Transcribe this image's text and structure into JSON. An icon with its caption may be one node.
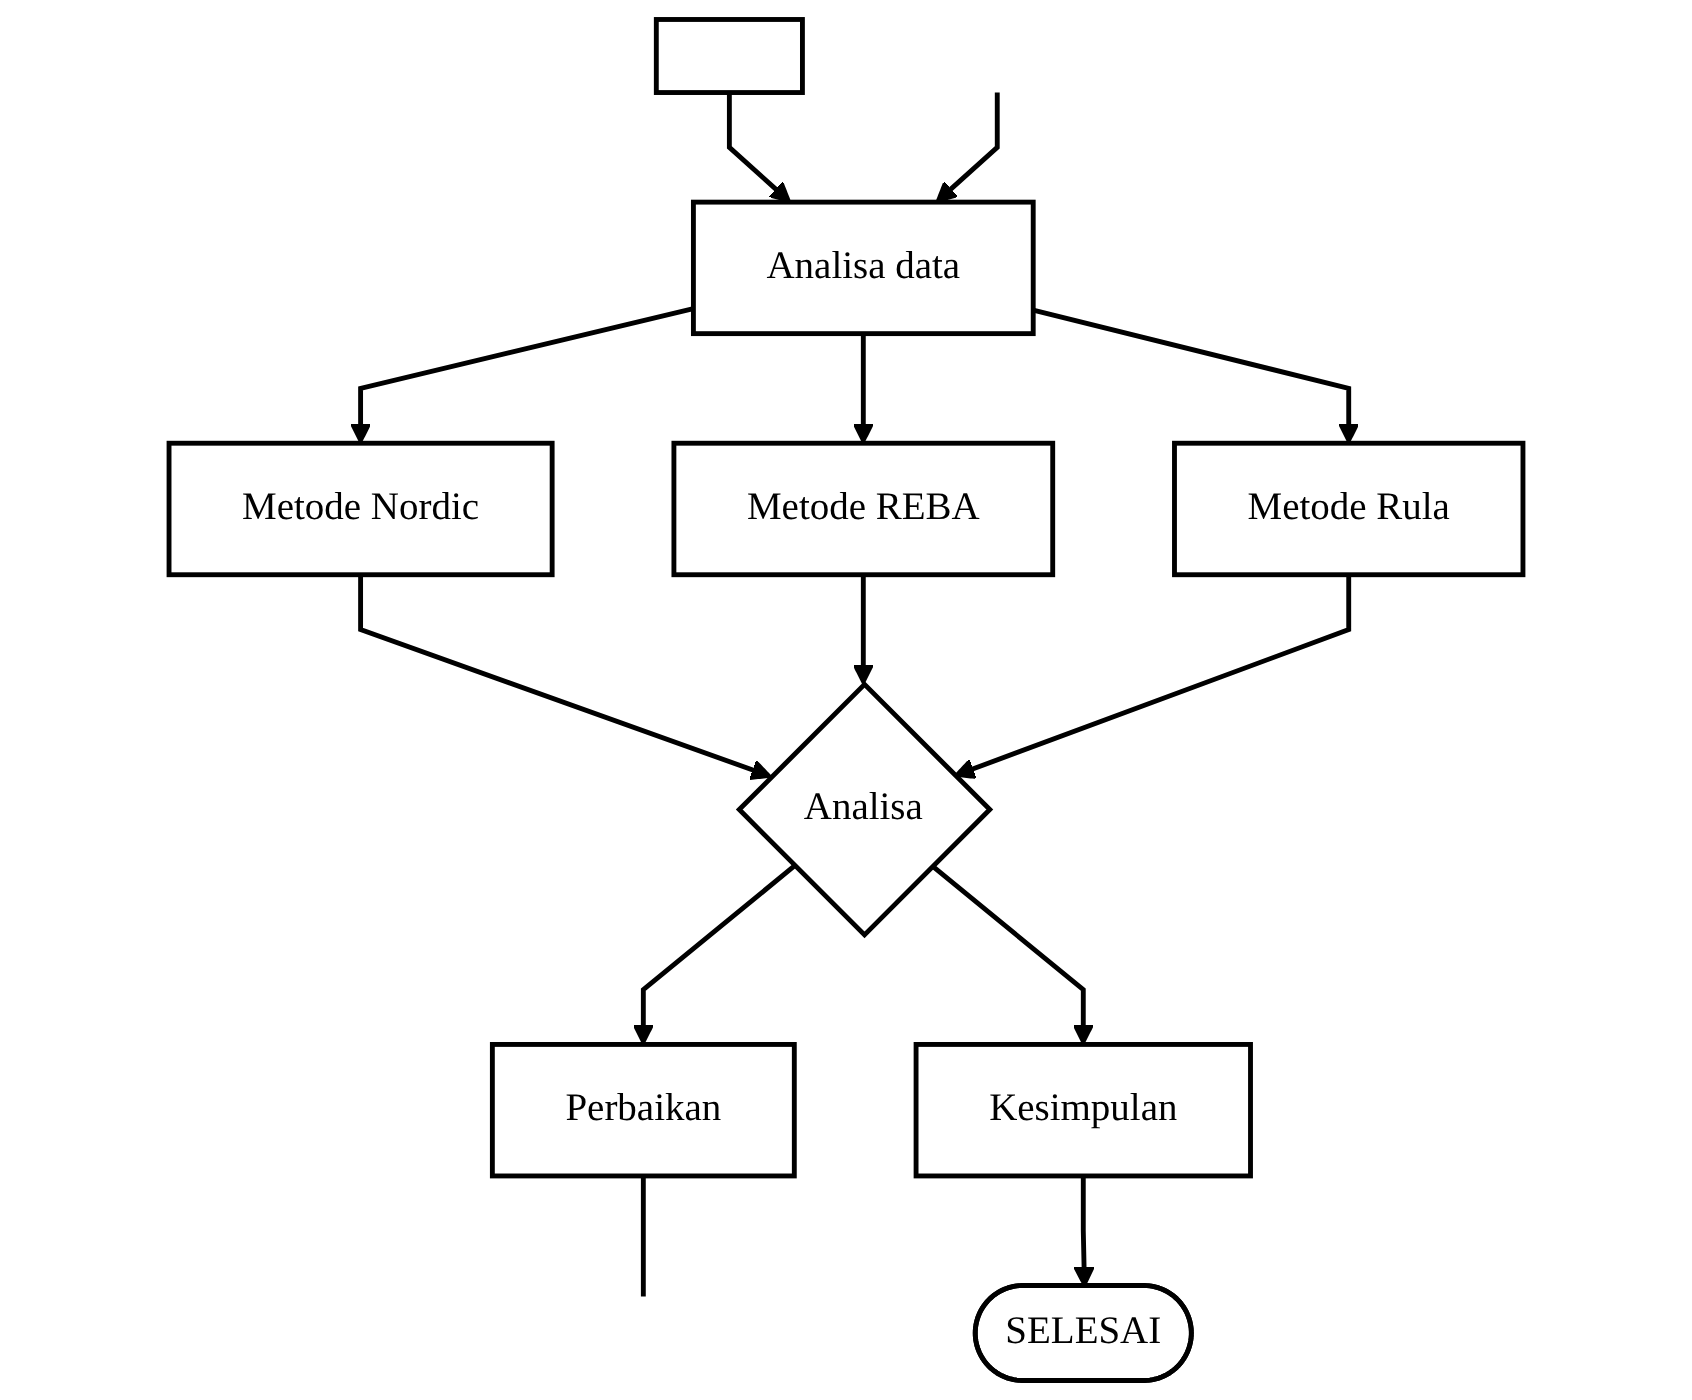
{
  "diagram": {
    "nodes": [
      {
        "text": [],
        "shape": "box"
      },
      {
        "text": [
          "Analisa data"
        ]
      },
      {
        "text": [
          "Metode Nordic"
        ]
      },
      {
        "text": [
          "Metode REBA"
        ]
      },
      {
        "text": [
          "Metode Rula"
        ]
      },
      {
        "text": [
          "Analisa"
        ]
      },
      {
        "text": [
          "Perbaikan"
        ]
      },
      {
        "text": [
          "Kesimpulan"
        ]
      },
      {
        "text": [
          "SELESAI"
        ]
      }
    ],
    "edges": [
      {
        "from": 0,
        "to": 1,
        "arrow": "to"
      },
      {
        "from": 1,
        "to": 2,
        "arrow": "to"
      },
      {
        "from": 1,
        "to": 3,
        "arrow": "to"
      },
      {
        "from": 1,
        "to": 4,
        "arrow": "to"
      },
      {
        "from": 2,
        "to": 5,
        "arrow": "to"
      },
      {
        "from": 3,
        "to": 5,
        "arrow": "to"
      },
      {
        "from": 4,
        "to": 5,
        "arrow": "to"
      },
      {
        "from": 5,
        "to": 6,
        "arrow": "to"
      },
      {
        "from": 6,
        "to": null,
        "arrow": "none"
      },
      {
        "from": null,
        "to": 1,
        "arrow": "to"
      },
      {
        "from": 5,
        "to": 7,
        "arrow": "to"
      },
      {
        "from": 7,
        "to": 8,
        "arrow": "to"
      }
    ]
  }
}
